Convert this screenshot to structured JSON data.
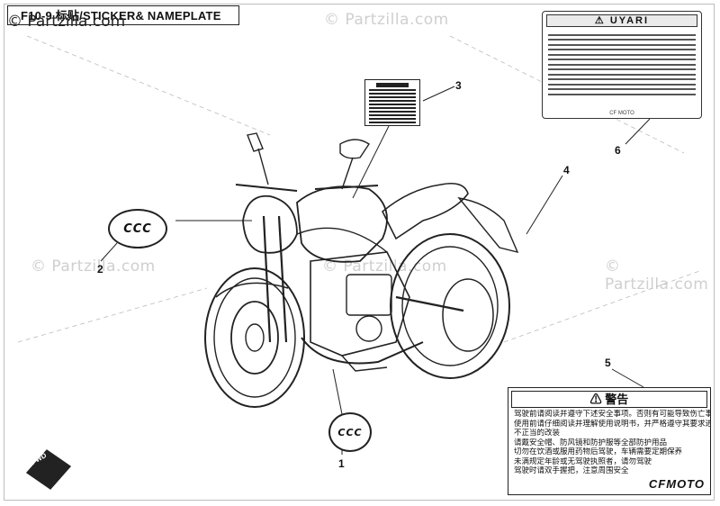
{
  "diagram": {
    "title": "F10-9 标贴/STICKER& NAMEPLATE",
    "watermark_brand": "© Partzilla.com",
    "watermark_repeat": "© Partzilla.com",
    "callouts": [
      "1",
      "2",
      "3",
      "4",
      "5",
      "6"
    ],
    "ccc_label": "CCC",
    "fwd_label": "FWD",
    "uyari_label": {
      "heading": "UYARI",
      "footer": "CF MOTO"
    },
    "warning_label": {
      "heading": "警告",
      "lines": [
        "驾驶前请阅读并遵守下述安全事项。否则有可能导致伤亡事故的危险",
        "使用前请仔细阅读并理解使用说明书，并严格遵守其要求进行",
        "不正当的改装",
        "请戴安全帽、防风镜和防护服等全部防护用品",
        "切勿在饮酒或服用药物后驾驶，车辆需要定期保养",
        "未满规定年龄或无驾驶执照者，请勿驾驶",
        "驾驶时请双手握把，注意周围安全"
      ],
      "brand": "CFMOTO"
    },
    "colors": {
      "line": "#222222",
      "watermark": "#cfcfcf"
    }
  }
}
